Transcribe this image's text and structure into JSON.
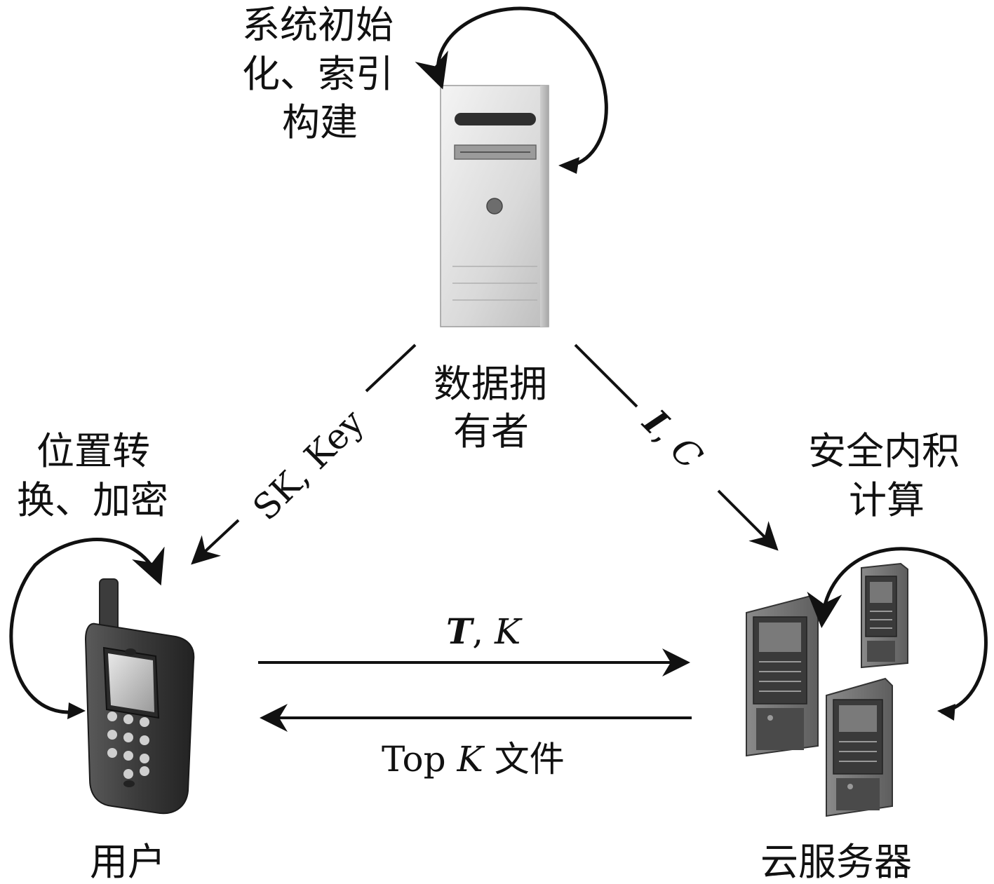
{
  "nodes": {
    "data_owner": {
      "label_line1": "数据拥",
      "label_line2": "有者"
    },
    "user": {
      "label": "用户"
    },
    "cloud_server": {
      "label": "云服务器"
    }
  },
  "processes": {
    "owner_process": {
      "line1": "系统初始",
      "line2": "化、索引",
      "line3": "构建"
    },
    "user_process": {
      "line1": "位置转",
      "line2": "换、加密"
    },
    "cloud_process": {
      "line1": "安全内积",
      "line2": "计算"
    }
  },
  "edges": {
    "owner_to_user": {
      "label": "SK, Key"
    },
    "owner_to_cloud": {
      "label_bold": "I",
      "label_sep": ", ",
      "label_italic": "C"
    },
    "user_to_cloud": {
      "label_bold": "T",
      "label_sep": ", ",
      "label_italic": "K"
    },
    "cloud_to_user": {
      "label_pre": "Top ",
      "label_italic": "K",
      "label_post": " 文件"
    }
  }
}
